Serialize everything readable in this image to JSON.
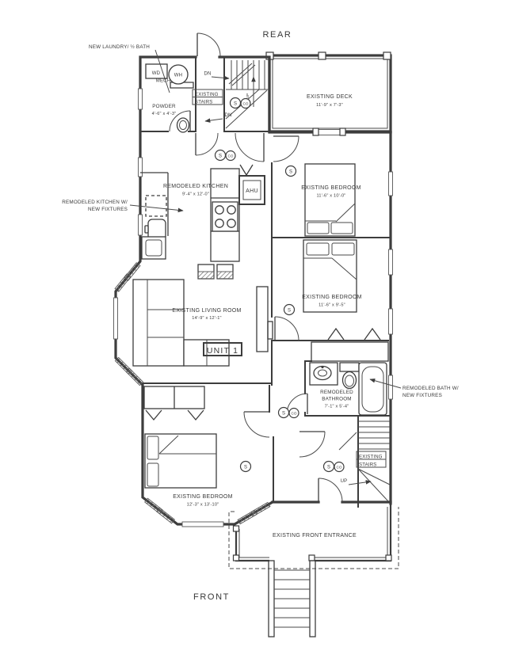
{
  "drawing": {
    "orientation": {
      "rear": "REAR",
      "front": "FRONT"
    },
    "unit": "UNIT 1",
    "rooms": {
      "deck": {
        "name": "EXISTING DECK",
        "dims": "11'-9\" x 7'-3\""
      },
      "kitchen": {
        "name": "REMODELED KITCHEN",
        "dims": "9'-4\" x 12'-0\""
      },
      "bedroom_rear": {
        "name": "EXISTING BEDROOM",
        "dims": "11'-6\" x 10'-0\""
      },
      "bedroom_middle": {
        "name": "EXISTING BEDROOM",
        "dims": "11'-6\" x 9'-5\""
      },
      "living_room": {
        "name": "EXISTING LIVING ROOM",
        "dims": "14'-9\" x 12'-1\""
      },
      "bathroom": {
        "name_line1": "REMODELED",
        "name_line2": "BATHROOM",
        "dims": "7'-1\" x 5'-4\""
      },
      "bedroom_front": {
        "name": "EXISTING BEDROOM",
        "dims": "12'-3\" x 13'-10\""
      },
      "powder": {
        "name": "POWDER",
        "dims": "4'-6\" x 4'-3\""
      },
      "front_entrance": {
        "name": "EXISTING FRONT ENTRANCE"
      }
    },
    "annotations": {
      "laundry_note": "NEW LAUNDRY/ ½ BATH",
      "kitchen_note_line1": "REMODELED KITCHEN W/",
      "kitchen_note_line2": "NEW FIXTURES",
      "bath_note_line1": "REMODELED BATH W/",
      "bath_note_line2": "NEW FIXTURES"
    },
    "stairs": {
      "label_line1": "EXISTING",
      "label_line2": "STAIRS",
      "down": "DN",
      "up": "UP"
    },
    "equipment": {
      "washer_dryer": "WD",
      "water_heater": "WH",
      "mechanical": "MECH",
      "air_handler": "AHU"
    },
    "detectors": {
      "smoke": "S",
      "carbon_monoxide": "CO"
    },
    "colors": {
      "line": "#3d3d3d",
      "background": "#ffffff"
    }
  }
}
